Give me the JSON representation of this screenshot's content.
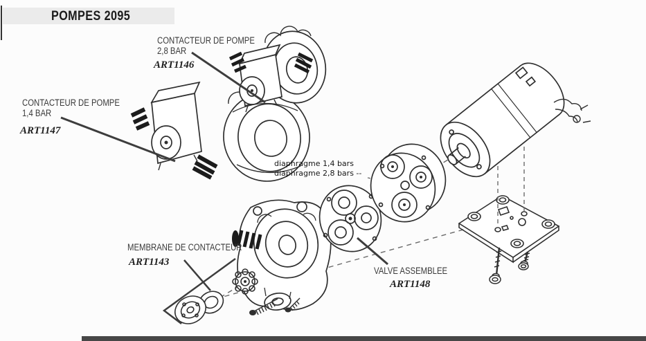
{
  "page": {
    "kind": "scanned exploded parts diagram",
    "background": "#fcfcfc",
    "ink_color": "#2f2f2f",
    "leader_color": "#3d3d3d",
    "dash_color": "#6a6a6a",
    "banner_bg": "#ebebeb",
    "bottom_bar_color": "#474747"
  },
  "title_banner": {
    "text": "POMPES 2095"
  },
  "callouts": {
    "contacteur_28": {
      "line1": "CONTACTEUR DE POMPE",
      "line2": "2,8 BAR",
      "ref": "ART1146"
    },
    "contacteur_14": {
      "line1": "CONTACTEUR DE POMPE",
      "line2": "1,4 BAR",
      "ref": "ART1147"
    },
    "membrane": {
      "line1": "MEMBRANE DE CONTACTEUR",
      "ref": "ART1143"
    },
    "valve": {
      "line1": "VALVE ASSEMBLEE",
      "ref": "ART1148"
    },
    "diaphragme": {
      "line1": "diaphragme 1,4 bars",
      "line2": "diaphragme 2,8 bars --"
    }
  },
  "diagram_parts": [
    "pump-switch-2.8bar",
    "pump-switch-1.4bar",
    "pump-head-housing",
    "diaphragm-plate",
    "valve-assembly",
    "motor",
    "mounting-base-plate",
    "mounting-screws",
    "membrane-seals"
  ]
}
